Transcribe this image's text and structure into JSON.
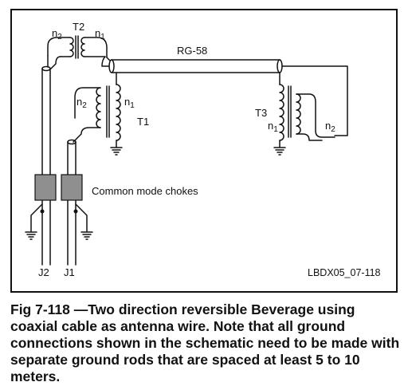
{
  "diagram": {
    "labels": {
      "cable": "RG-58",
      "chokes": "Common mode chokes",
      "drawing_id": "LBDX05_07-118",
      "j1": "J1",
      "j2": "J2"
    },
    "transformers": [
      {
        "name": "T2",
        "primary": "n",
        "primary_sub": "1",
        "secondary": "n",
        "secondary_sub": "2"
      },
      {
        "name": "T1",
        "primary": "n",
        "primary_sub": "1",
        "secondary": "n",
        "secondary_sub": "2"
      },
      {
        "name": "T3",
        "primary": "n",
        "primary_sub": "1",
        "secondary": "n",
        "secondary_sub": "2"
      }
    ],
    "colors": {
      "choke_fill": "#8f8f8f",
      "line": "#111111"
    }
  },
  "caption": "Fig 7-118 —Two direction reversible Beverage using coaxial cable as antenna wire. Note that all ground connections shown in the schematic need to be made with separate ground rods that are spaced at least 5 to 10 meters."
}
